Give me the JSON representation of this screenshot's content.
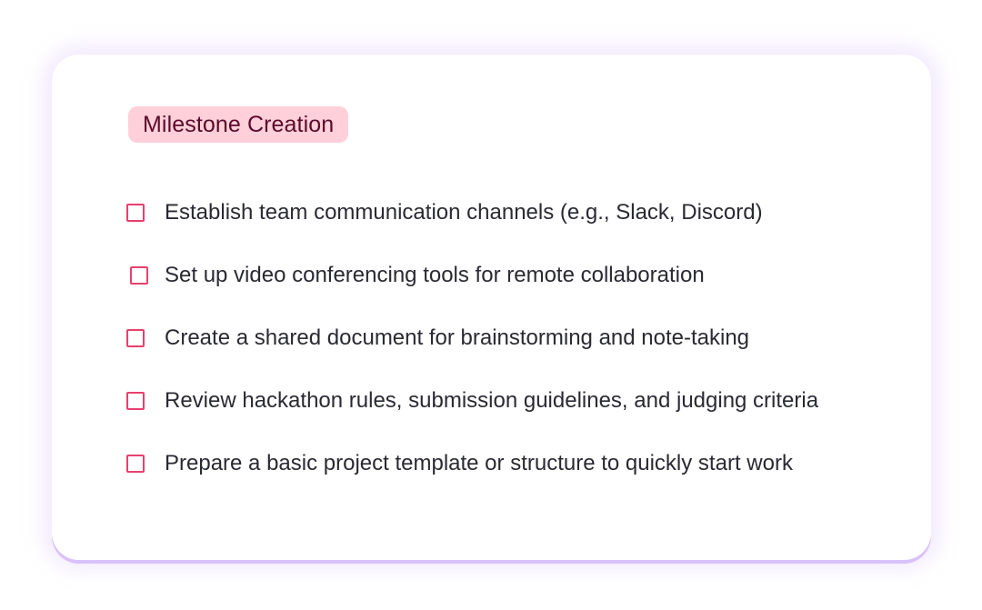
{
  "card": {
    "tag": {
      "label": "Milestone Creation",
      "bg_color": "#ffd0d9",
      "text_color": "#5b0a2b"
    },
    "checklist": [
      {
        "label": "Establish team communication channels (e.g., Slack, Discord)",
        "checked": false
      },
      {
        "label": "Set up video conferencing tools for remote collaboration",
        "checked": false
      },
      {
        "label": "Create a shared document for brainstorming and note-taking",
        "checked": false
      },
      {
        "label": "Review hackathon rules, submission guidelines, and judging criteria",
        "checked": false
      },
      {
        "label": "Prepare a basic project template or structure to quickly start work",
        "checked": false
      }
    ],
    "checkbox_color": "#e8406d"
  }
}
